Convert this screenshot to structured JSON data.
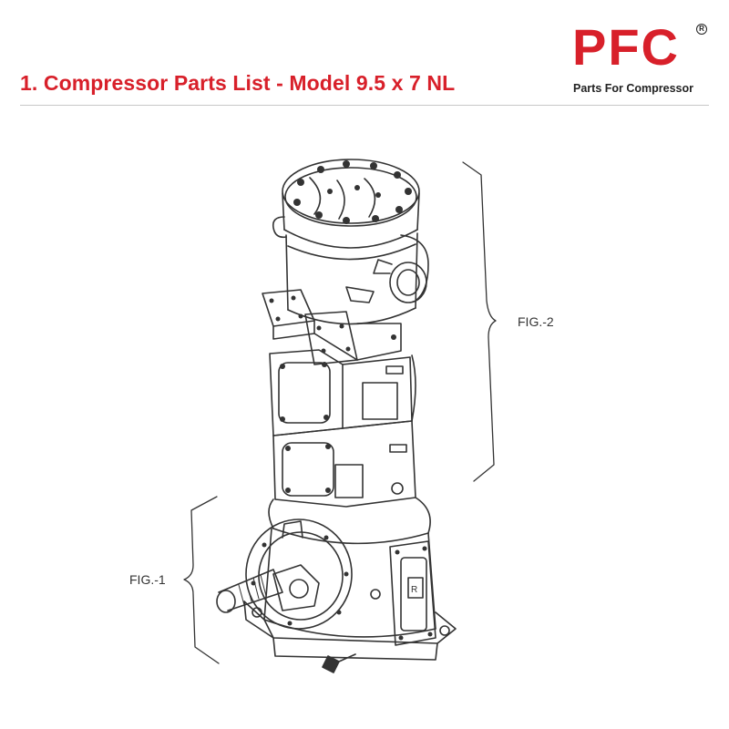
{
  "header": {
    "title": "1. Compressor Parts List - Model 9.5 x 7 NL"
  },
  "logo": {
    "wordmark": "PFC",
    "registered_mark": "R",
    "tagline": "Parts For Compressor",
    "brand_color": "#d8202a"
  },
  "drawing": {
    "fig1_label": "FIG.-1",
    "fig2_label": "FIG.-2",
    "line_color": "#333333"
  }
}
